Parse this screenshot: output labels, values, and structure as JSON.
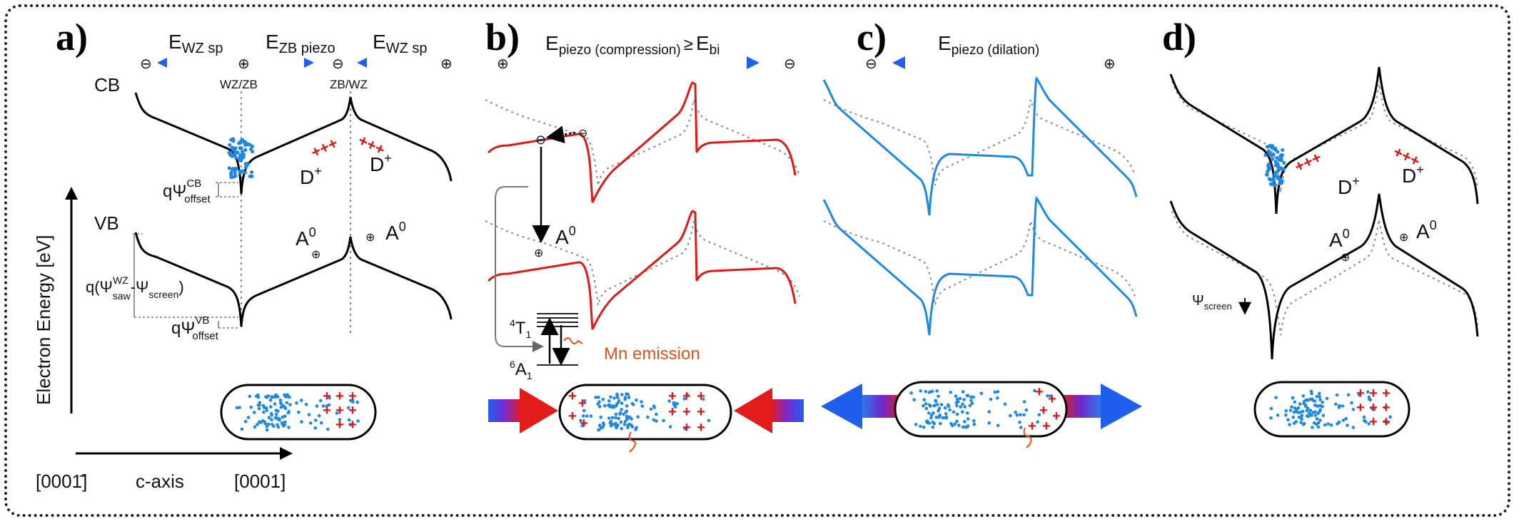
{
  "panels": {
    "a": {
      "letter": "a)",
      "field_labels": [
        {
          "base": "E",
          "sub": "WZ sp"
        },
        {
          "base": "E",
          "sub": "ZB piezo"
        },
        {
          "base": "E",
          "sub": "WZ sp"
        }
      ],
      "interface_labels": [
        "WZ/ZB",
        "ZB/WZ"
      ],
      "band_labels": [
        "CB",
        "VB"
      ],
      "offset_cb": {
        "base": "qΨ",
        "sup": "CB",
        "sub": "offset"
      },
      "offset_vb": {
        "base": "qΨ",
        "sup": "VB",
        "sub": "offset"
      },
      "saw_label": {
        "p1": "q(Ψ",
        "sup": "WZ",
        "sub1": "saw",
        "p2": "-Ψ",
        "sub2": "screen",
        "p3": ")"
      },
      "donor_label": "D",
      "donor_sup": "+",
      "acceptor_label": "A",
      "acceptor_sup": "0",
      "y_axis_label": "Electron Energy [eV]",
      "x_axis_left": "[0001̄]",
      "x_axis_center": "c-axis",
      "x_axis_right": "[0001]"
    },
    "b": {
      "letter": "b)",
      "field_label": {
        "base": "E",
        "sub": "piezo (compression)",
        "rel": "≥",
        "base2": "E",
        "sub2": "bi"
      },
      "acceptor_label": "A",
      "acceptor_sup": "0",
      "level_upper": {
        "sup": "4",
        "base": "T",
        "sub": "1"
      },
      "level_lower": {
        "sup": "6",
        "base": "A",
        "sub": "1"
      },
      "emission_label": "Mn emission"
    },
    "c": {
      "letter": "c)",
      "field_label": {
        "base": "E",
        "sub": "piezo (dilation)"
      }
    },
    "d": {
      "letter": "d)",
      "donor_label": "D",
      "donor_sup": "+",
      "acceptor_label": "A",
      "acceptor_sup": "0",
      "screen_label": {
        "base": "Ψ",
        "sub": "screen"
      }
    }
  },
  "colors": {
    "band": "#000000",
    "electrons": "#1e88e5",
    "holes": "#d81818",
    "compression": "#e01818",
    "dilation": "#1e88e5",
    "emission": "#e4521b"
  }
}
